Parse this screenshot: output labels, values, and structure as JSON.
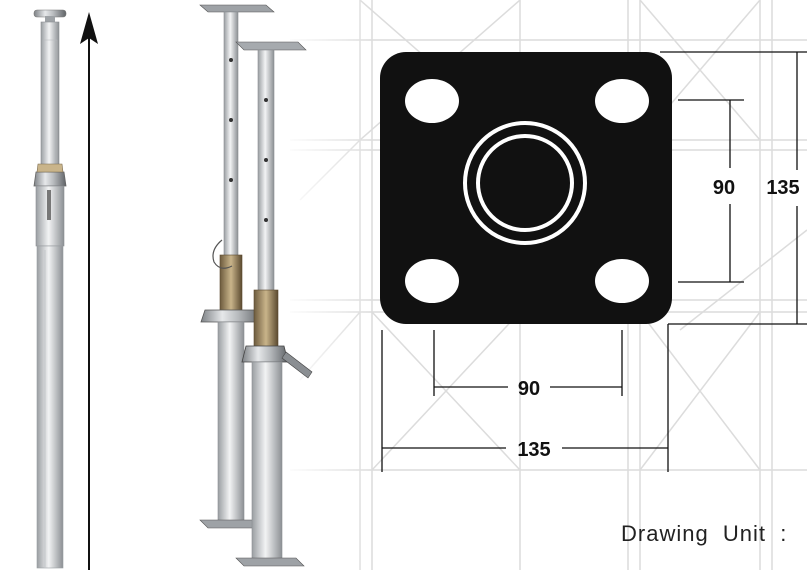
{
  "diagram": {
    "base_plate": {
      "dimensions": {
        "inner_width": "90",
        "outer_width": "135",
        "inner_height": "90",
        "outer_height": "135"
      }
    },
    "drawing_unit_label": "Drawing  Unit  :"
  },
  "colors": {
    "plate": "#111111",
    "background": "#ffffff",
    "scaffold_lines": "#d9d9d9",
    "steel_light": "#d4d6d8",
    "steel_dark": "#6f7377",
    "arrow": "#111111"
  },
  "icons": [
    "up-arrow-icon"
  ]
}
